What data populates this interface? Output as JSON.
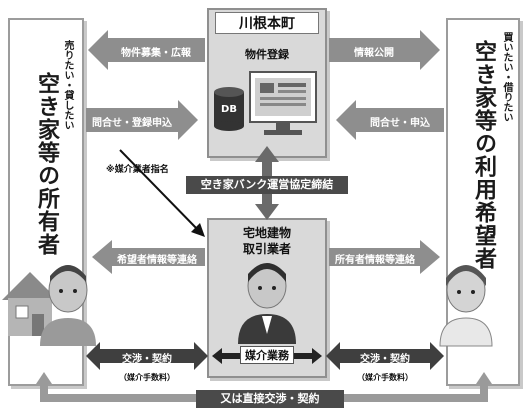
{
  "owner": {
    "title": "空き家等の所有者",
    "subtitle": "売りたい・貸したい"
  },
  "seeker": {
    "title": "空き家等の利用希望者",
    "subtitle": "買いたい・借りたい"
  },
  "town": {
    "name": "川根本町",
    "listing_label": "物件登録",
    "db_label": "DB"
  },
  "broker": {
    "title_line1": "宅地建物",
    "title_line2": "取引業者",
    "service_label": "媒介業務"
  },
  "flows": {
    "recruit_ads": "物件募集・広報",
    "info_publish": "情報公開",
    "inquiry_register": "問合せ・登録申込",
    "inquiry_apply": "問合せ・申込",
    "nominate_broker": "※媒介業者指名",
    "agreement": "空き家バンク運営協定締結",
    "seeker_info_contact": "希望者情報等連絡",
    "owner_info_contact": "所有者情報等連絡",
    "negotiation_left": "交渉・契約",
    "fee_left": "（媒介手数料）",
    "negotiation_right": "交渉・契約",
    "fee_right": "（媒介手数料）",
    "direct_negotiation": "又は直接交渉・契約"
  },
  "colors": {
    "arrow_gray": "#8e8e8e",
    "arrow_light": "#bdbdbd",
    "arrow_dark": "#3f3f3f",
    "panel_border": "#9c9c9c"
  }
}
